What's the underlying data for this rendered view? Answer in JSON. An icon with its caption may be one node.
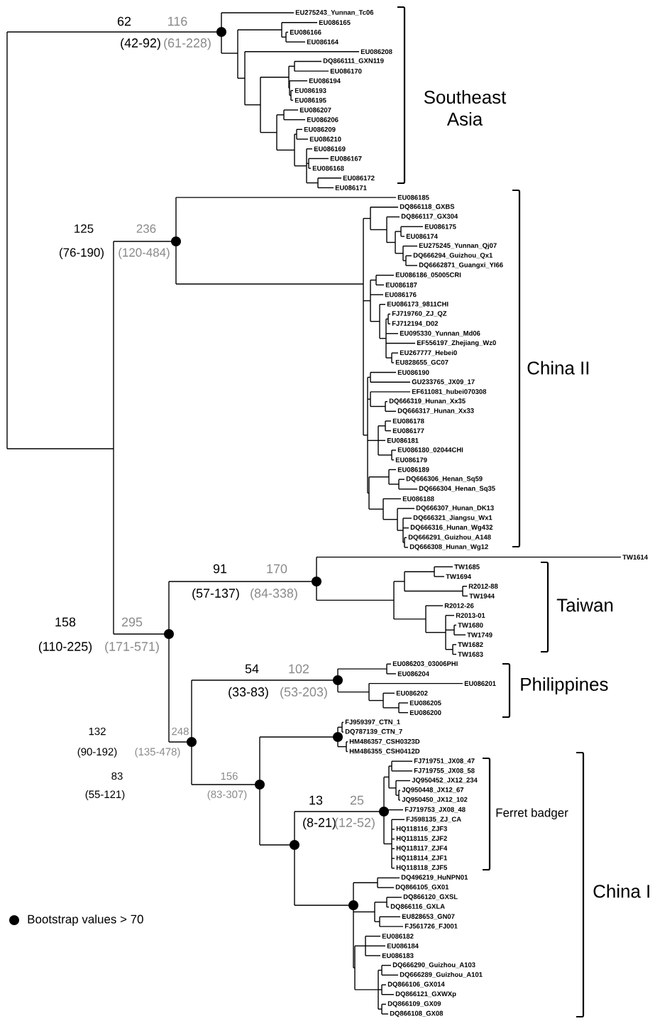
{
  "diagram": {
    "labels": [
      "62",
      "116",
      "(42-92)",
      "(61-228)",
      "EU275243_Yunnan_Tc06",
      "EU086165",
      "EU086166",
      "EU086164",
      "EU086208",
      "DQ866111_GXN119",
      "EU086170",
      "EU086194",
      "EU086193",
      "EU086195",
      "EU086207",
      "EU086206",
      "EU086209",
      "EU086210",
      "EU086169",
      "EU086167",
      "EU086168",
      "EU086172",
      "EU086171",
      "Southeast Asia",
      "125",
      "236",
      "(76-190)",
      "(120-484)",
      "EU086185",
      "DQ866118_GXBS",
      "DQ866117_GX304",
      "EU086175",
      "EU086174",
      "EU275245_Yunnan_Qj07",
      "DQ666294_Guizhou_Qx1",
      "DQ6662871_Guangxi_YI66",
      "EU086186_05005CRI",
      "EU086187",
      "EU086176",
      "EU086173_9811CHI",
      "FJ719760_ZJ_QZ",
      "FJ712194_D02",
      "EU095330_Yunnan_Md06",
      "EF556197_Zhejiang_Wz0",
      "EU267777_Hebei0",
      "EU828655_GC07",
      "EU086190",
      "GU233765_JX09_17",
      "EF611081_hubei070308",
      "DQ666319_Hunan_Xx35",
      "DQ666317_Hunan_Xx33",
      "EU086178",
      "EU086177",
      "EU086181",
      "EU086180_02044CHI",
      "EU086179",
      "EU086189",
      "DQ666306_Henan_Sq59",
      "DQ666304_Henan_Sq35",
      "EU086188",
      "DQ666307_Hunan_DK13",
      "DQ666321_Jiangsu_Wx1",
      "DQ666316_Hunan_Wg432",
      "DQ666291_Guizhou_A148",
      "DQ666308_Hunan_Wg12",
      "China II",
      "91",
      "170",
      "(57-137)",
      "(84-338)",
      "TW1614",
      "TW1685",
      "TW1694",
      "R2012-88",
      "TW1944",
      "R2012-26",
      "R2013-01",
      "TW1680",
      "TW1749",
      "TW1682",
      "TW1683",
      "Taiwan",
      "158",
      "295",
      "(110-225)",
      "(171-571)",
      "54",
      "102",
      "(33-83)",
      "(53-203)",
      "EU086203_03006PHI",
      "EU086204",
      "EU086201",
      "EU086202",
      "EU086205",
      "EU086200",
      "Philippines",
      "132",
      "248",
      "(90-192)",
      "(135-478)",
      "FJ959397_CTN_1",
      "DQ787139_CTN_7",
      "HM486357_CSH0323D",
      "HM486355_CSH0412D",
      "83",
      "156",
      "(55-121)",
      "(83-307)",
      "13",
      "25",
      "(8-21)",
      "(12-52)",
      "FJ719751_JX08_47",
      "FJ719755_JX08_58",
      "JQ950452_JX12_234",
      "JQ950448_JX12_67",
      "JQ950450_JX12_102",
      "FJ719753_JX08_48",
      "FJ598135_ZJ_CA",
      "HQ118116_ZJF3",
      "HQ118115_ZJF2",
      "HQ118117_ZJF4",
      "HQ118114_ZJF1",
      "HQ118118_ZJF5",
      "Ferret badger",
      "China I",
      "DQ496219_HuNPN01",
      "DQ866105_GX01",
      "DQ866120_GXSL",
      "DQ866116_GXLA",
      "EU828653_GN07",
      "FJ561726_FJ001",
      "EU086182",
      "EU086184",
      "EU086183",
      "DQ666290_Guizhou_A103",
      "DQ666289_Guizhou_A101",
      "DQ866106_GX014",
      "DQ866121_GXWXp",
      "DQ866109_GX09",
      "DQ866108_GX08"
    ],
    "legend": [
      {
        "text": "Bootstrap values > 70"
      }
    ]
  }
}
